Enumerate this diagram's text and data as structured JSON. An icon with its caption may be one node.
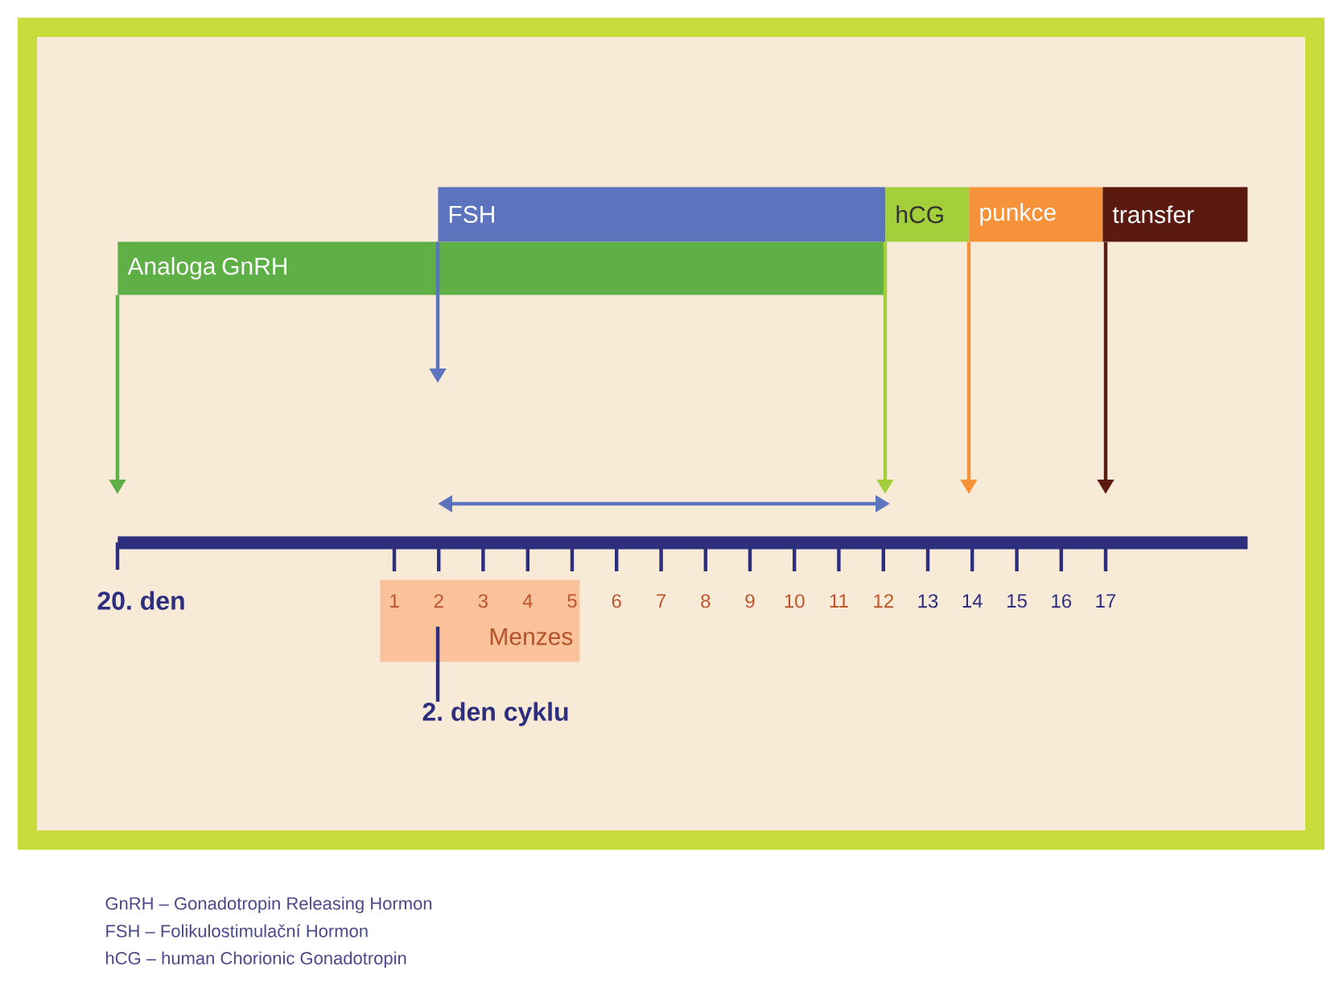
{
  "diagram": {
    "nodes": [
      {
        "text": [
          "FSH"
        ]
      },
      {
        "text": [
          "hCG"
        ]
      },
      {
        "text": [
          "punkce"
        ]
      },
      {
        "text": [
          "transfer"
        ]
      },
      {
        "text": [
          "Analoga GnRH"
        ]
      },
      {
        "text": [],
        "shape": "bar"
      },
      {
        "text": [
          "Menzes"
        ]
      },
      {
        "text": [
          "2. den cyklu"
        ]
      }
    ],
    "edges": [
      {
        "from": 4,
        "to": 5,
        "arrow": "to",
        "color": "#5daf46"
      },
      {
        "from": 0,
        "to": null,
        "arrow": "to",
        "color": "#5b74bd"
      },
      {
        "from": 1,
        "to": 5,
        "arrow": "to",
        "color": "#a3cf3a"
      },
      {
        "from": 2,
        "to": 5,
        "arrow": "to",
        "color": "#f5923a"
      },
      {
        "from": 3,
        "to": 5,
        "arrow": "to",
        "color": "#5a1a10"
      },
      {
        "from": 7,
        "to": 6,
        "arrow": "none",
        "color": "#2d2f7e"
      }
    ],
    "labels": [
      "20. den",
      "1",
      "2",
      "3",
      "4",
      "5",
      "6",
      "7",
      "8",
      "9",
      "10",
      "11",
      "12",
      "13",
      "14",
      "15",
      "16",
      "17",
      "GnRH – Gonadotropin Releasing Hormon",
      "FSH – Folikulostimulační Hormon",
      "hCG – human Chorionic Gonadotropin"
    ]
  }
}
